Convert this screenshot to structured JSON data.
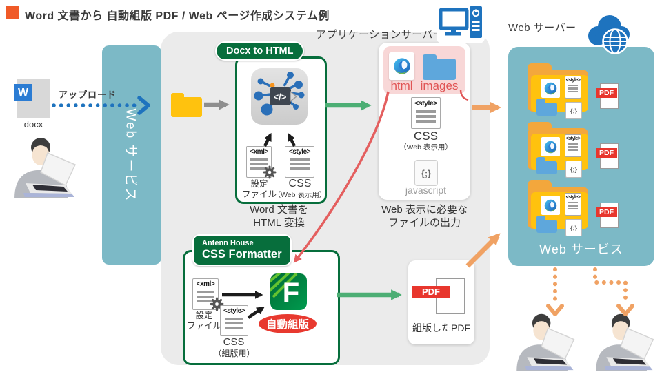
{
  "title": "Word 文書から 自動組版 PDF / Web ページ作成システム例",
  "upload": {
    "label": "アップロード",
    "docx_label": "docx",
    "w_glyph": "W"
  },
  "web_service_left": "Web サービス",
  "docx_to_html": {
    "badge": "Docx to HTML",
    "xml_tag": "<xml>",
    "config_line1": "設定",
    "config_line2": "ファイル",
    "style_tag": "<style>",
    "css": "CSS",
    "css_note": "（Web 表示用）",
    "caption1": "Word 文書を",
    "caption2": "HTML 変換"
  },
  "app_server": {
    "label": "アプリケーションサーバー",
    "html": "html",
    "images": "images",
    "style_tag": "<style>",
    "css": "CSS",
    "css_note": "（Web 表示用）",
    "js_glyph": "{;}",
    "js_label": "javascript",
    "caption1": "Web 表示に必要な",
    "caption2": "ファイルの出力"
  },
  "web_server": {
    "label": "Web サーバー",
    "style_tag": "<style>",
    "js_glyph": "{;}",
    "pdf": "PDF",
    "service_label": "Web サービス"
  },
  "formatter": {
    "brand": "Antenn House",
    "name": "CSS Formatter",
    "xml_tag": "<xml>",
    "config_line1": "設定",
    "config_line2": "ファイル",
    "style_tag": "<style>",
    "css": "CSS",
    "css_note": "（組版用）",
    "auto_badge": "自動組版",
    "logo_letter": "F"
  },
  "pdf_output": {
    "pdf": "PDF",
    "caption": "組版したPDF"
  },
  "colors": {
    "title_orange": "#f05a28",
    "teal": "#7cb9c6",
    "green_dark": "#076e3c",
    "green_arrow": "#4cae74",
    "orange_arrow": "#f0a264",
    "red": "#e45f5f",
    "pink": "#f8d7d7",
    "yellow": "#ffc20e",
    "folder_orange": "#f3a73c",
    "blue": "#1e73be",
    "docx_blue": "#2b7cd3",
    "pdf_red": "#e8362d"
  }
}
